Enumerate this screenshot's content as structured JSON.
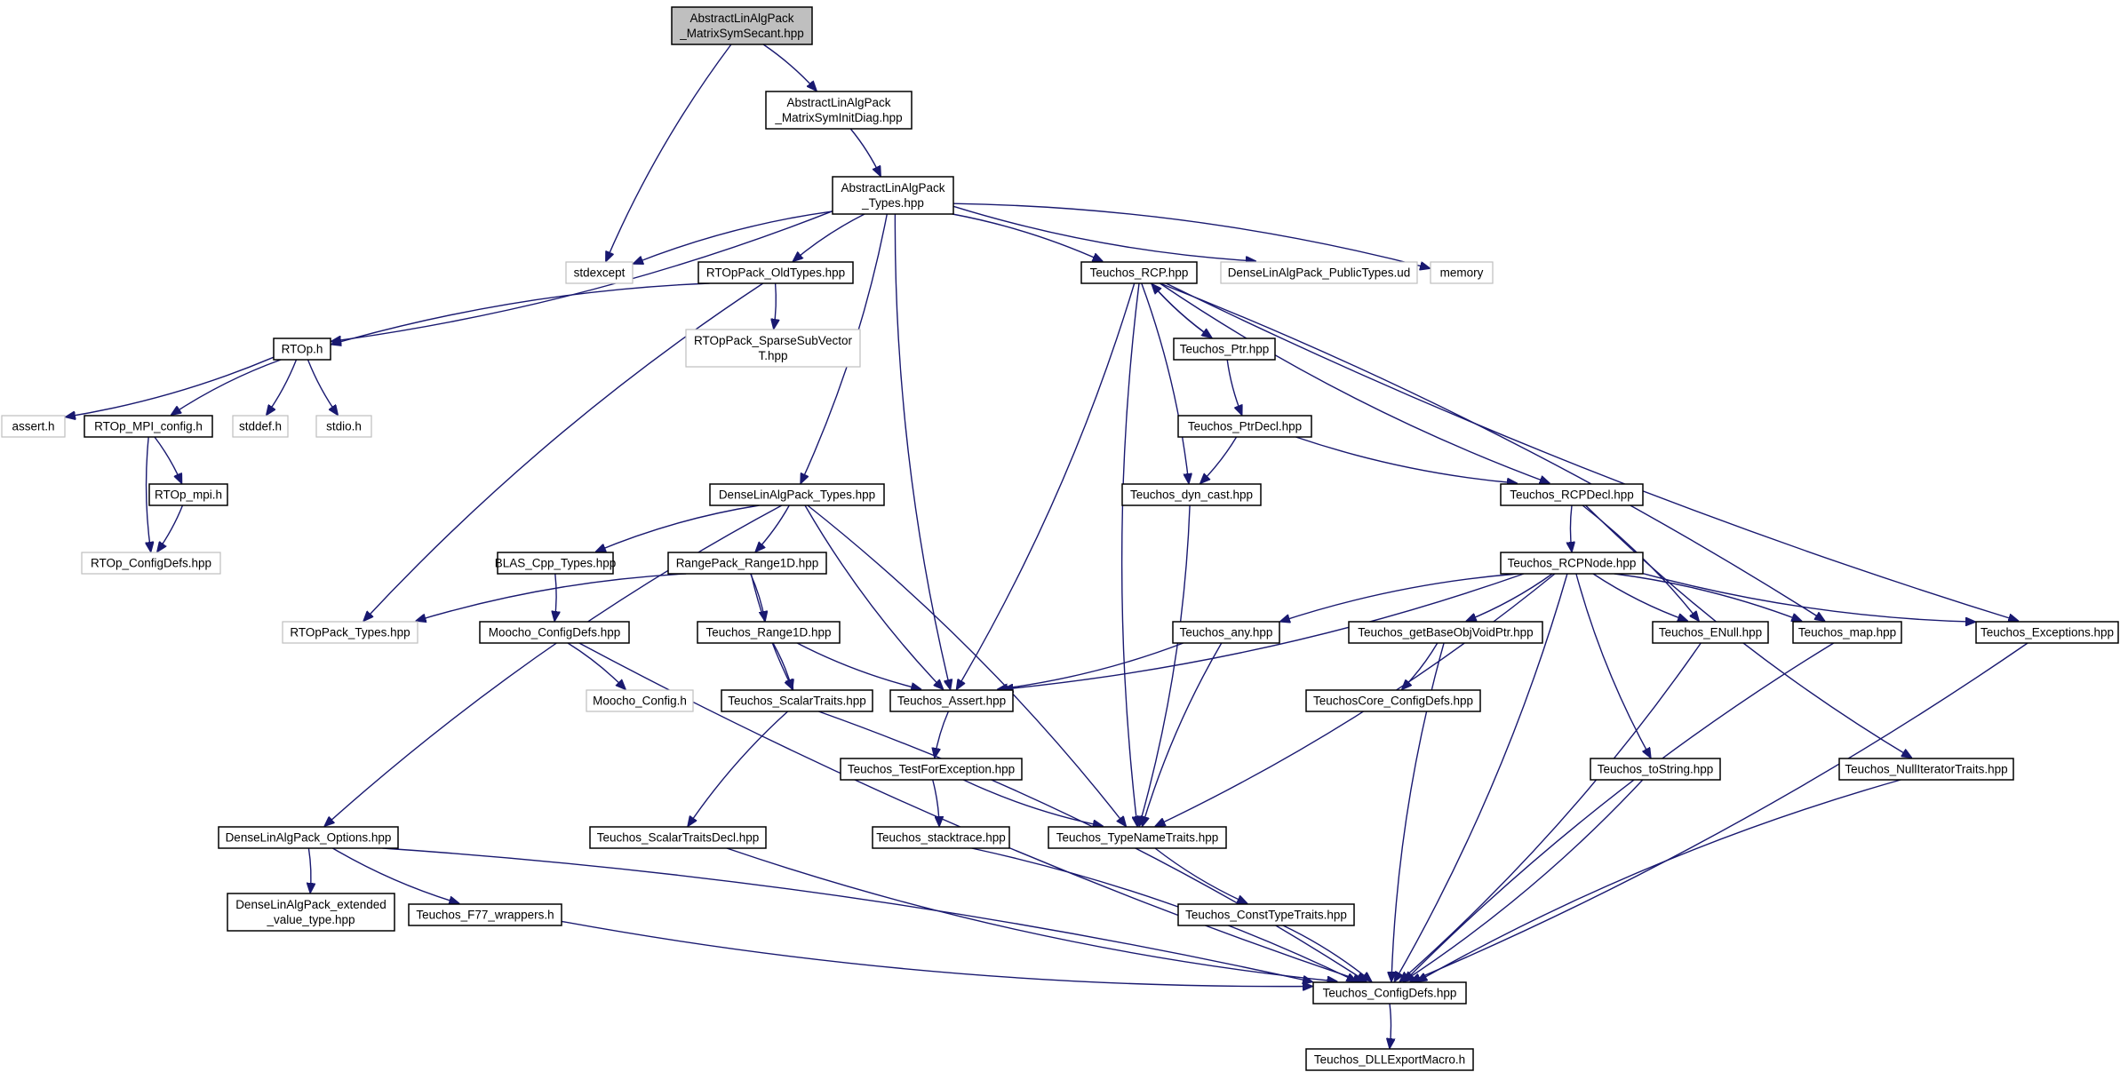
{
  "nodes": [
    {
      "id": "root",
      "lines": [
        "AbstractLinAlgPack",
        "_MatrixSymSecant.hpp"
      ],
      "style": "root"
    },
    {
      "id": "initdiag",
      "lines": [
        "AbstractLinAlgPack",
        "_MatrixSymInitDiag.hpp"
      ],
      "style": "normal"
    },
    {
      "id": "types",
      "lines": [
        "AbstractLinAlgPack",
        "_Types.hpp"
      ],
      "style": "normal"
    },
    {
      "id": "stdexcept",
      "lines": [
        "stdexcept"
      ],
      "style": "external"
    },
    {
      "id": "oldtypes",
      "lines": [
        "RTOpPack_OldTypes.hpp"
      ],
      "style": "normal"
    },
    {
      "id": "rcp",
      "lines": [
        "Teuchos_RCP.hpp"
      ],
      "style": "normal"
    },
    {
      "id": "publictypes",
      "lines": [
        "DenseLinAlgPack_PublicTypes.ud"
      ],
      "style": "external"
    },
    {
      "id": "memory",
      "lines": [
        "memory"
      ],
      "style": "external"
    },
    {
      "id": "rtoph",
      "lines": [
        "RTOp.h"
      ],
      "style": "normal"
    },
    {
      "id": "sparsesub",
      "lines": [
        "RTOpPack_SparseSubVector",
        "T.hpp"
      ],
      "style": "external"
    },
    {
      "id": "ptr",
      "lines": [
        "Teuchos_Ptr.hpp"
      ],
      "style": "normal"
    },
    {
      "id": "asserth",
      "lines": [
        "assert.h"
      ],
      "style": "external"
    },
    {
      "id": "mpiconfig",
      "lines": [
        "RTOp_MPI_config.h"
      ],
      "style": "normal"
    },
    {
      "id": "stddef",
      "lines": [
        "stddef.h"
      ],
      "style": "external"
    },
    {
      "id": "stdio",
      "lines": [
        "stdio.h"
      ],
      "style": "external"
    },
    {
      "id": "ptrdecl",
      "lines": [
        "Teuchos_PtrDecl.hpp"
      ],
      "style": "normal"
    },
    {
      "id": "rtopmpi",
      "lines": [
        "RTOp_mpi.h"
      ],
      "style": "normal"
    },
    {
      "id": "densetypes",
      "lines": [
        "DenseLinAlgPack_Types.hpp"
      ],
      "style": "normal"
    },
    {
      "id": "dyncast",
      "lines": [
        "Teuchos_dyn_cast.hpp"
      ],
      "style": "normal"
    },
    {
      "id": "rcpdecl",
      "lines": [
        "Teuchos_RCPDecl.hpp"
      ],
      "style": "normal"
    },
    {
      "id": "rtopconfig",
      "lines": [
        "RTOp_ConfigDefs.hpp"
      ],
      "style": "external"
    },
    {
      "id": "blas",
      "lines": [
        "BLAS_Cpp_Types.hpp"
      ],
      "style": "normal"
    },
    {
      "id": "range1d",
      "lines": [
        "RangePack_Range1D.hpp"
      ],
      "style": "normal"
    },
    {
      "id": "rcpnode",
      "lines": [
        "Teuchos_RCPNode.hpp"
      ],
      "style": "normal"
    },
    {
      "id": "rtoppacktypes",
      "lines": [
        "RTOpPack_Types.hpp"
      ],
      "style": "external"
    },
    {
      "id": "moochoconfigdefs",
      "lines": [
        "Moocho_ConfigDefs.hpp"
      ],
      "style": "normal"
    },
    {
      "id": "trange1d",
      "lines": [
        "Teuchos_Range1D.hpp"
      ],
      "style": "normal"
    },
    {
      "id": "any",
      "lines": [
        "Teuchos_any.hpp"
      ],
      "style": "normal"
    },
    {
      "id": "getbase",
      "lines": [
        "Teuchos_getBaseObjVoidPtr.hpp"
      ],
      "style": "normal"
    },
    {
      "id": "enull",
      "lines": [
        "Teuchos_ENull.hpp"
      ],
      "style": "normal"
    },
    {
      "id": "tmap",
      "lines": [
        "Teuchos_map.hpp"
      ],
      "style": "normal"
    },
    {
      "id": "exceptions",
      "lines": [
        "Teuchos_Exceptions.hpp"
      ],
      "style": "normal"
    },
    {
      "id": "moochoconfig",
      "lines": [
        "Moocho_Config.h"
      ],
      "style": "external"
    },
    {
      "id": "scalartraits",
      "lines": [
        "Teuchos_ScalarTraits.hpp"
      ],
      "style": "normal"
    },
    {
      "id": "tassert",
      "lines": [
        "Teuchos_Assert.hpp"
      ],
      "style": "normal"
    },
    {
      "id": "coreconfig",
      "lines": [
        "TeuchosCore_ConfigDefs.hpp"
      ],
      "style": "normal"
    },
    {
      "id": "testforexc",
      "lines": [
        "Teuchos_TestForException.hpp"
      ],
      "style": "normal"
    },
    {
      "id": "tostring",
      "lines": [
        "Teuchos_toString.hpp"
      ],
      "style": "normal"
    },
    {
      "id": "nulliter",
      "lines": [
        "Teuchos_NullIteratorTraits.hpp"
      ],
      "style": "normal"
    },
    {
      "id": "options",
      "lines": [
        "DenseLinAlgPack_Options.hpp"
      ],
      "style": "normal"
    },
    {
      "id": "scalartraitsdecl",
      "lines": [
        "Teuchos_ScalarTraitsDecl.hpp"
      ],
      "style": "normal"
    },
    {
      "id": "stacktrace",
      "lines": [
        "Teuchos_stacktrace.hpp"
      ],
      "style": "normal"
    },
    {
      "id": "typenametraits",
      "lines": [
        "Teuchos_TypeNameTraits.hpp"
      ],
      "style": "normal"
    },
    {
      "id": "extvalue",
      "lines": [
        "DenseLinAlgPack_extended",
        "_value_type.hpp"
      ],
      "style": "normal"
    },
    {
      "id": "f77",
      "lines": [
        "Teuchos_F77_wrappers.h"
      ],
      "style": "normal"
    },
    {
      "id": "consttypetraits",
      "lines": [
        "Teuchos_ConstTypeTraits.hpp"
      ],
      "style": "normal"
    },
    {
      "id": "configdefs",
      "lines": [
        "Teuchos_ConfigDefs.hpp"
      ],
      "style": "normal"
    },
    {
      "id": "dllexport",
      "lines": [
        "Teuchos_DLLExportMacro.h"
      ],
      "style": "normal"
    }
  ],
  "edges": [
    [
      "root",
      "initdiag"
    ],
    [
      "root",
      "stdexcept"
    ],
    [
      "initdiag",
      "types"
    ],
    [
      "types",
      "stdexcept"
    ],
    [
      "types",
      "rtoph"
    ],
    [
      "types",
      "oldtypes"
    ],
    [
      "types",
      "densetypes"
    ],
    [
      "types",
      "tassert"
    ],
    [
      "types",
      "rcp"
    ],
    [
      "types",
      "publictypes"
    ],
    [
      "types",
      "memory"
    ],
    [
      "oldtypes",
      "rtoph"
    ],
    [
      "oldtypes",
      "sparsesub"
    ],
    [
      "oldtypes",
      "rtoppacktypes"
    ],
    [
      "rtoph",
      "asserth"
    ],
    [
      "rtoph",
      "mpiconfig"
    ],
    [
      "rtoph",
      "stddef"
    ],
    [
      "rtoph",
      "stdio"
    ],
    [
      "mpiconfig",
      "rtopmpi"
    ],
    [
      "mpiconfig",
      "rtopconfig"
    ],
    [
      "rtopmpi",
      "rtopconfig"
    ],
    [
      "rcp",
      "ptr"
    ],
    [
      "rcp",
      "dyncast"
    ],
    [
      "rcp",
      "rcpdecl"
    ],
    [
      "rcp",
      "tassert"
    ],
    [
      "rcp",
      "typenametraits"
    ],
    [
      "rcp",
      "tmap"
    ],
    [
      "rcp",
      "exceptions"
    ],
    [
      "ptr",
      "rcp"
    ],
    [
      "ptr",
      "ptrdecl"
    ],
    [
      "ptrdecl",
      "dyncast"
    ],
    [
      "ptrdecl",
      "rcpdecl"
    ],
    [
      "dyncast",
      "typenametraits"
    ],
    [
      "rcpdecl",
      "rcpnode"
    ],
    [
      "rcpdecl",
      "enull"
    ],
    [
      "rcpdecl",
      "nulliter"
    ],
    [
      "rcpnode",
      "tassert"
    ],
    [
      "rcpnode",
      "any"
    ],
    [
      "rcpnode",
      "getbase"
    ],
    [
      "rcpnode",
      "enull"
    ],
    [
      "rcpnode",
      "tmap"
    ],
    [
      "rcpnode",
      "exceptions"
    ],
    [
      "rcpnode",
      "typenametraits"
    ],
    [
      "rcpnode",
      "tostring"
    ],
    [
      "rcpnode",
      "configdefs"
    ],
    [
      "densetypes",
      "blas"
    ],
    [
      "densetypes",
      "range1d"
    ],
    [
      "densetypes",
      "tassert"
    ],
    [
      "densetypes",
      "typenametraits"
    ],
    [
      "densetypes",
      "options"
    ],
    [
      "blas",
      "moochoconfigdefs"
    ],
    [
      "range1d",
      "rtoppacktypes"
    ],
    [
      "range1d",
      "trange1d"
    ],
    [
      "range1d",
      "scalartraits"
    ],
    [
      "trange1d",
      "scalartraits"
    ],
    [
      "trange1d",
      "tassert"
    ],
    [
      "moochoconfigdefs",
      "moochoconfig"
    ],
    [
      "moochoconfigdefs",
      "configdefs"
    ],
    [
      "any",
      "tassert"
    ],
    [
      "any",
      "typenametraits"
    ],
    [
      "getbase",
      "coreconfig"
    ],
    [
      "getbase",
      "configdefs"
    ],
    [
      "enull",
      "configdefs"
    ],
    [
      "tmap",
      "configdefs"
    ],
    [
      "exceptions",
      "configdefs"
    ],
    [
      "scalartraits",
      "scalartraitsdecl"
    ],
    [
      "scalartraits",
      "configdefs"
    ],
    [
      "tassert",
      "testforexc"
    ],
    [
      "testforexc",
      "stacktrace"
    ],
    [
      "testforexc",
      "typenametraits"
    ],
    [
      "tostring",
      "configdefs"
    ],
    [
      "nulliter",
      "configdefs"
    ],
    [
      "options",
      "extvalue"
    ],
    [
      "options",
      "f77"
    ],
    [
      "options",
      "configdefs"
    ],
    [
      "scalartraitsdecl",
      "configdefs"
    ],
    [
      "stacktrace",
      "configdefs"
    ],
    [
      "typenametraits",
      "consttypetraits"
    ],
    [
      "consttypetraits",
      "configdefs"
    ],
    [
      "f77",
      "configdefs"
    ],
    [
      "configdefs",
      "dllexport"
    ]
  ]
}
